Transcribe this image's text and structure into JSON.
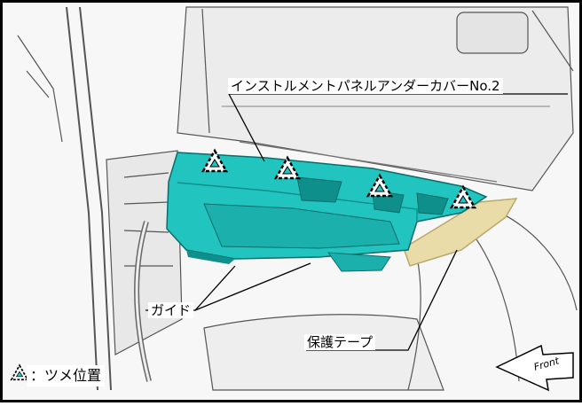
{
  "labels": {
    "panel_cover": "インストルメントパネルアンダーカバーNo.2",
    "guide": "ガイド",
    "protective_tape": "保護テープ",
    "legend_text": "：ツメ位置",
    "front": "Front"
  },
  "colors": {
    "cover_fill": "#22c4c0",
    "cover_dark": "#0f8f8c",
    "tape_fill": "#e9dca8",
    "tape_edge": "#b9a86a",
    "background": "#f6f6f6"
  },
  "icons": [
    "claw-triangle-icon",
    "front-arrow-icon"
  ]
}
